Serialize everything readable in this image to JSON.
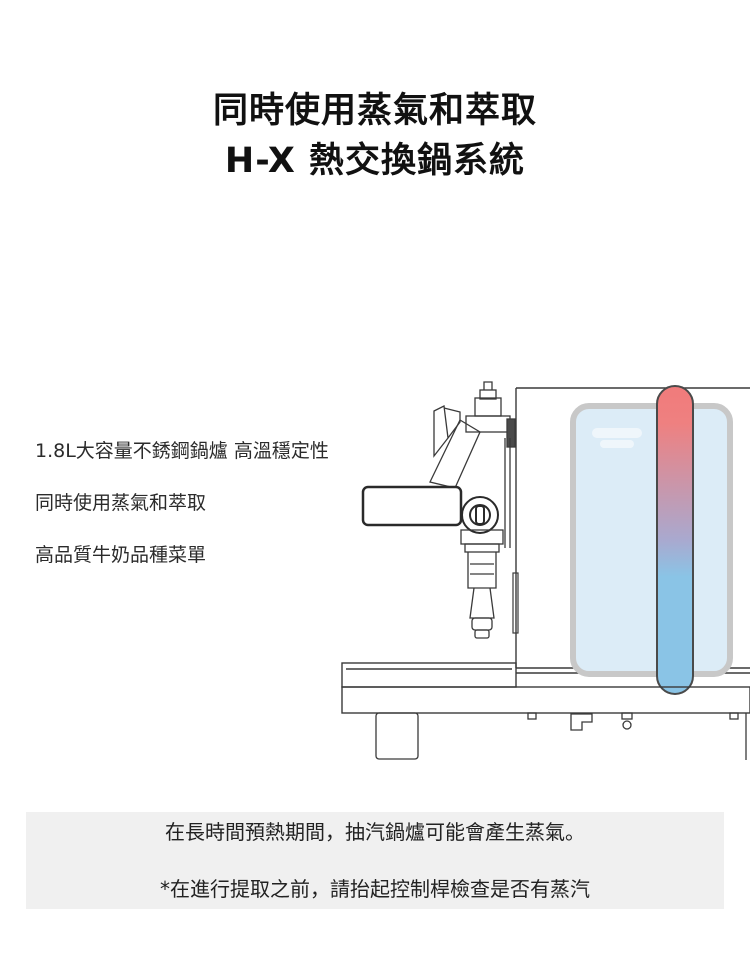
{
  "title": {
    "line1": "同時使用蒸氣和萃取",
    "line2": "H-X 熱交換鍋系統"
  },
  "features": [
    "1.8L大容量不銹鋼鍋爐 高溫穩定性",
    "同時使用蒸氣和萃取",
    "高品質牛奶品種菜單"
  ],
  "notice": {
    "line1": "在長時間預熱期間，抽汽鍋爐可能會產生蒸氣。",
    "line2": "*在進行提取之前，請抬起控制桿檢查是否有蒸汽"
  },
  "colors": {
    "heat_hot": "#f07b7b",
    "heat_cold": "#8ac4e6",
    "boiler_fill": "#dcecf7",
    "boiler_border": "#c8c8c8",
    "outline": "#3a3a3a",
    "notice_bg": "#f0f0f0"
  },
  "icons": {
    "machine": "espresso-machine-illustration",
    "heat_tube": "heat-exchanger-tube"
  }
}
